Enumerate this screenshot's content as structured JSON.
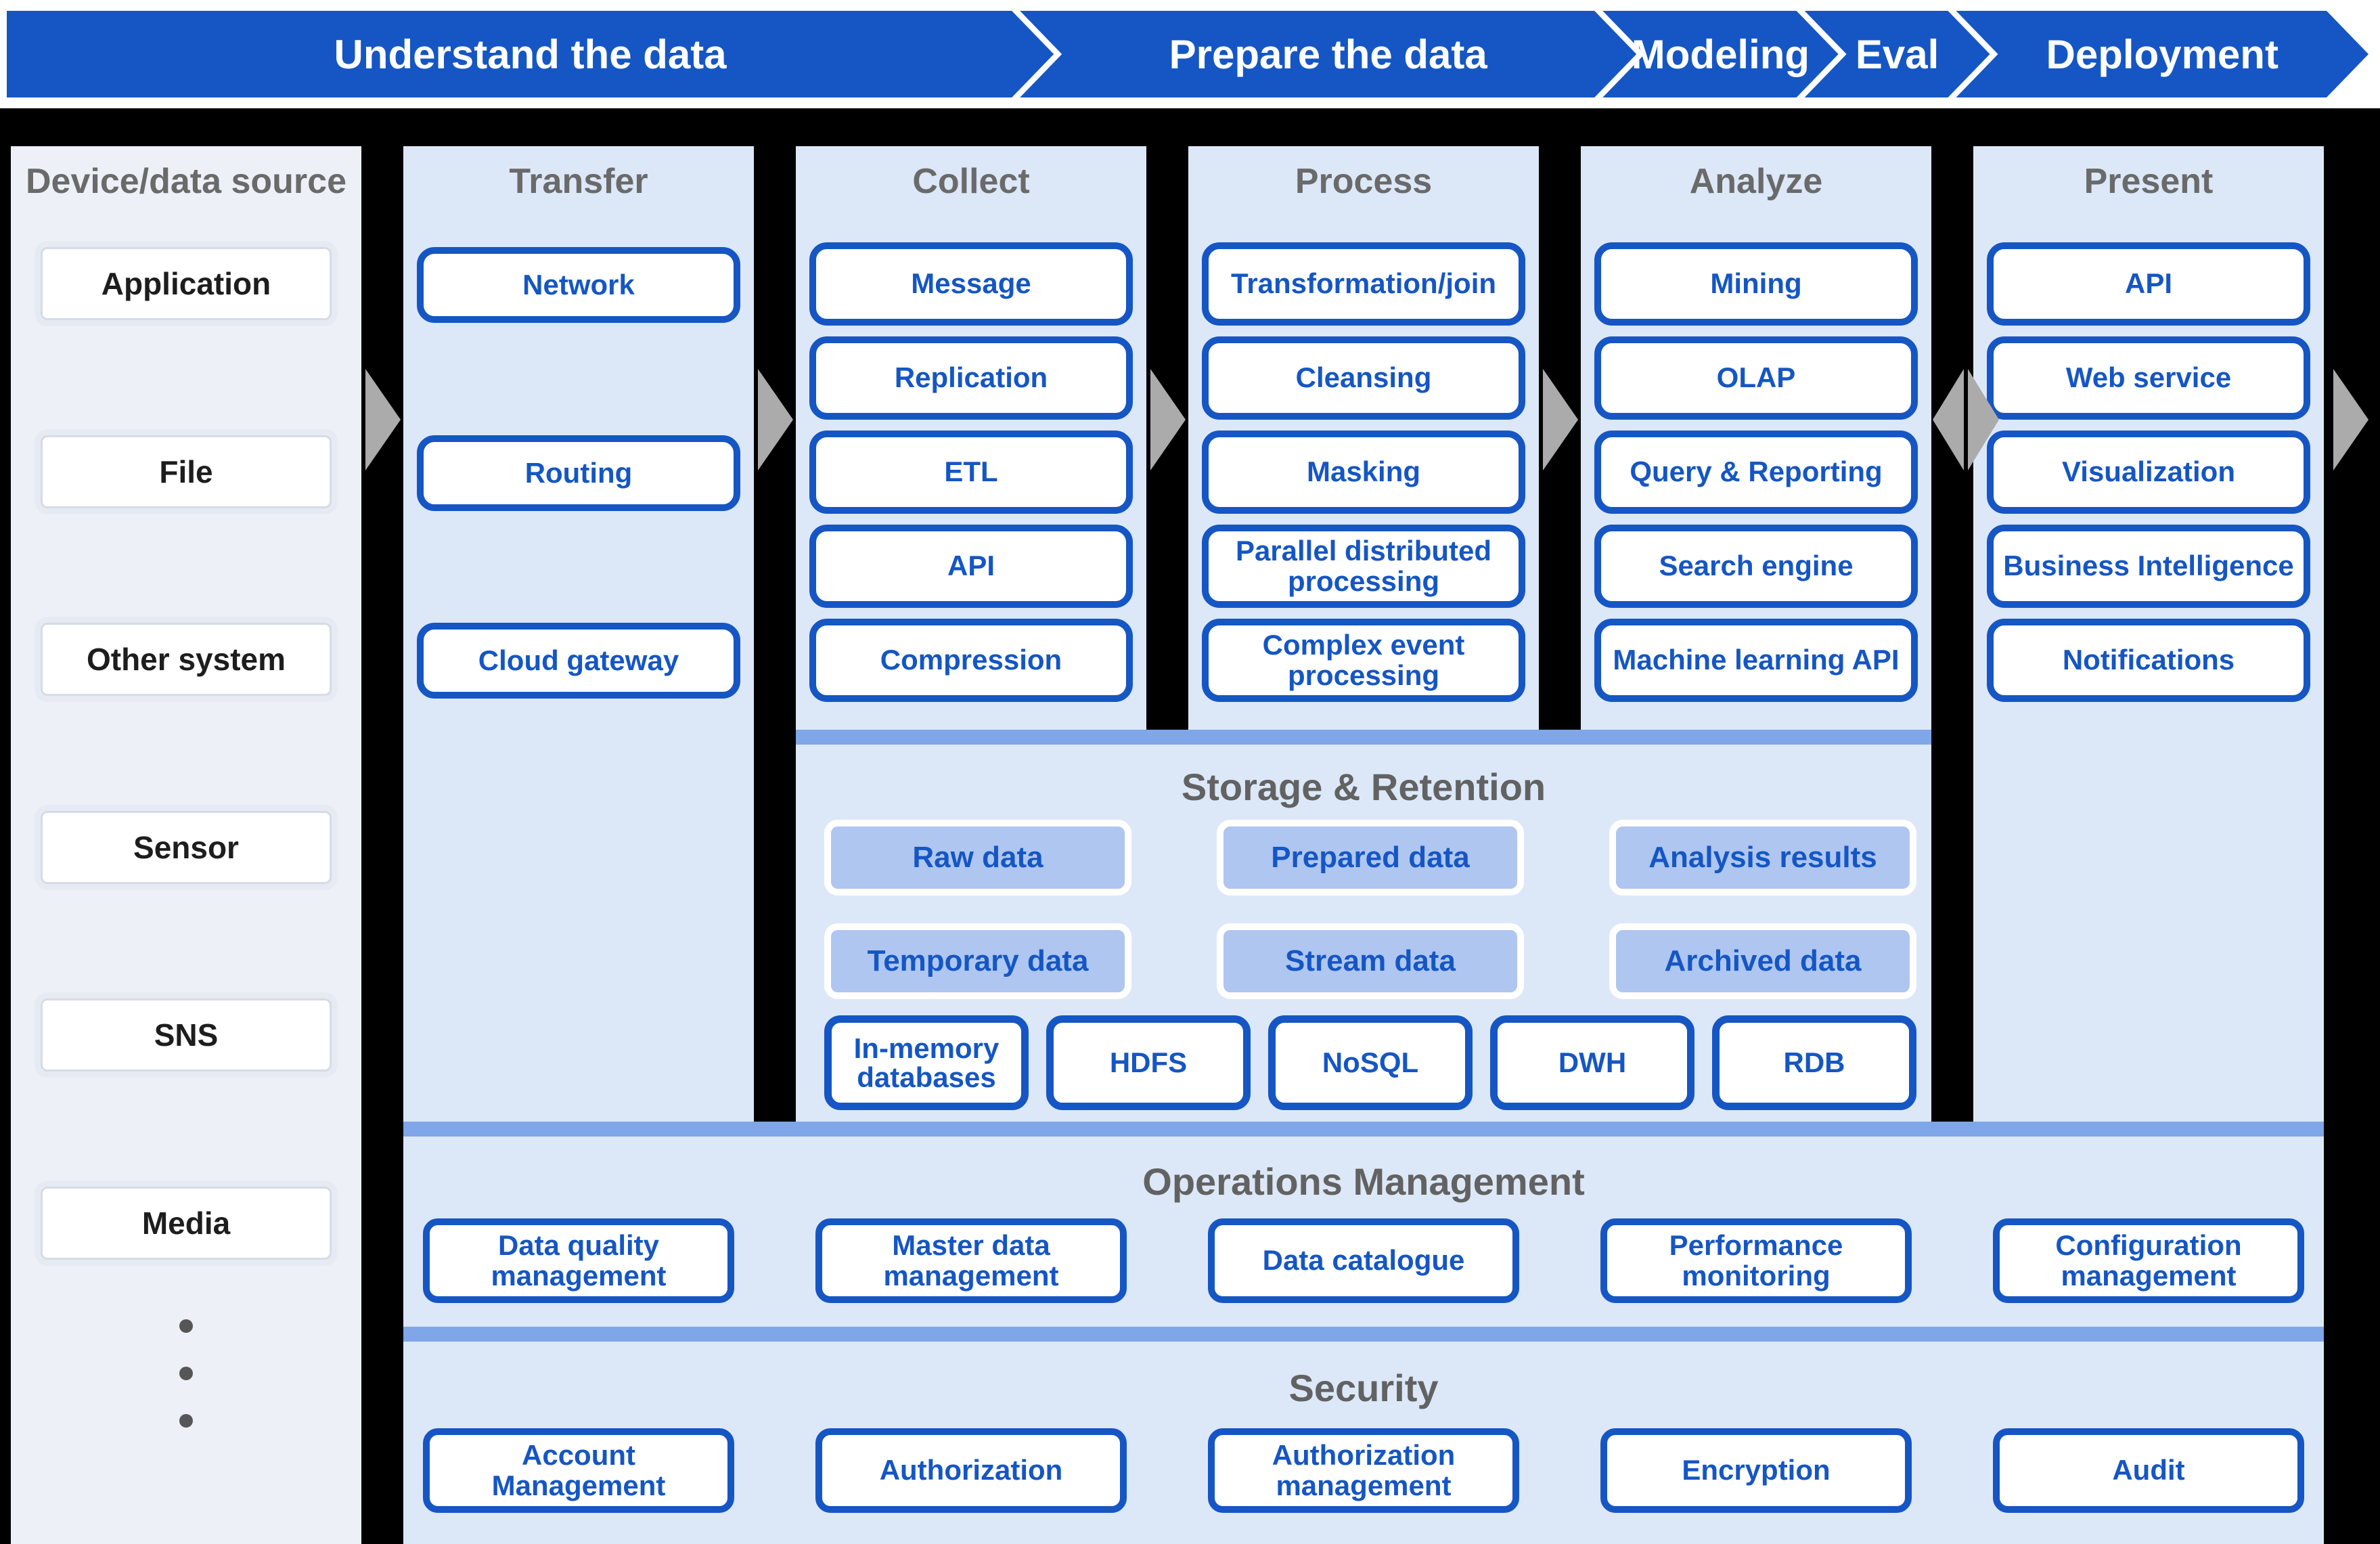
{
  "banner": {
    "stages": [
      {
        "label": "Understand the data"
      },
      {
        "label": "Prepare the data"
      },
      {
        "label": "Modeling"
      },
      {
        "label": "Eval"
      },
      {
        "label": "Deployment"
      }
    ]
  },
  "pipeline": {
    "device": {
      "title": "Device/data source",
      "items": [
        "Application",
        "File",
        "Other system",
        "Sensor",
        "SNS",
        "Media"
      ]
    },
    "transfer": {
      "title": "Transfer",
      "items": [
        "Network",
        "Routing",
        "Cloud gateway"
      ]
    },
    "collect": {
      "title": "Collect",
      "items": [
        "Message",
        "Replication",
        "ETL",
        "API",
        "Compression"
      ]
    },
    "process": {
      "title": "Process",
      "items": [
        "Transformation/join",
        "Cleansing",
        "Masking",
        "Parallel distributed processing",
        "Complex event processing"
      ]
    },
    "analyze": {
      "title": "Analyze",
      "items": [
        "Mining",
        "OLAP",
        "Query & Reporting",
        "Search engine",
        "Machine learning API"
      ]
    },
    "present": {
      "title": "Present",
      "items": [
        "API",
        "Web service",
        "Visualization",
        "Business Intelligence",
        "Notifications"
      ]
    }
  },
  "storage": {
    "title": "Storage & Retention",
    "data_types_row1": [
      "Raw data",
      "Prepared data",
      "Analysis results"
    ],
    "data_types_row2": [
      "Temporary data",
      "Stream data",
      "Archived data"
    ],
    "technologies": [
      "In-memory databases",
      "HDFS",
      "NoSQL",
      "DWH",
      "RDB"
    ]
  },
  "operations": {
    "title": "Operations Management",
    "items": [
      "Data quality management",
      "Master data management",
      "Data catalogue",
      "Performance monitoring",
      "Configuration management"
    ]
  },
  "security": {
    "title": "Security",
    "items": [
      "Account Management",
      "Authorization",
      "Authorization management",
      "Encryption",
      "Audit"
    ]
  },
  "icons": {
    "flow_arrow": "right-triangle",
    "bidirectional_arrow": "left-right-triangles",
    "more_items": "vertical-ellipsis"
  },
  "colors": {
    "accent_blue": "#1556c4",
    "panel_light_blue": "#dce8f8",
    "device_panel": "#edf1f7",
    "chip_fill": "#aec6f0",
    "band_divider": "#7fa6e8",
    "arrow_gray": "#ababab",
    "header_gray": "#6a6a6a"
  }
}
